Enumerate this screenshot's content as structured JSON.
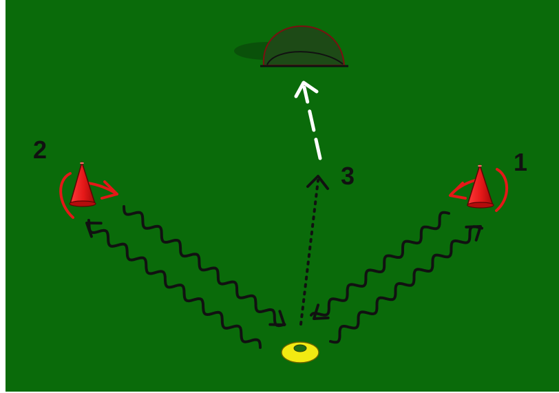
{
  "diagram": {
    "labels": {
      "cone_right": "1",
      "cone_left": "2",
      "shot": "3"
    },
    "colors": {
      "pitch": "#0a6b0a",
      "cone": "#e41818",
      "cone_dark": "#a20808",
      "disc_marker": "#f2ea12",
      "goal": "#1d4a16",
      "run_path": "#111111",
      "turn_arrow": "#e41818",
      "ball_path": "#ffffff"
    },
    "icons": [
      "goal-icon",
      "cone-icon",
      "disc-marker-icon"
    ]
  }
}
